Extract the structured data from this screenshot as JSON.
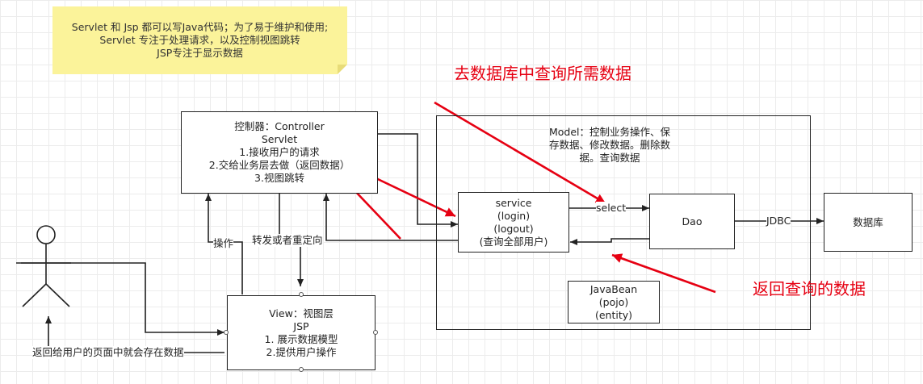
{
  "note": {
    "lines": [
      "Servlet 和 Jsp  都可以写Java代码；为了易于维护和使用;",
      "Servlet 专注于处理请求，以及控制视图跳转",
      "JSP专注于显示数据"
    ]
  },
  "controller": {
    "lines": [
      "控制器：Controller",
      "Servlet",
      "1.接收用户的请求",
      "2.交给业务层去做（返回数据）",
      "3.视图跳转"
    ]
  },
  "view": {
    "lines": [
      "View：视图层",
      "JSP",
      "1. 展示数据模型",
      "2.提供用户操作"
    ]
  },
  "model": {
    "lines": [
      "Model：控制业务操作、保",
      "存数据、修改数据。删除数",
      "据。查询数据"
    ]
  },
  "service": {
    "lines": [
      "service",
      "(login)",
      "(logout)",
      "(查询全部用户)"
    ]
  },
  "dao": {
    "label": "Dao"
  },
  "database": {
    "label": "数据库"
  },
  "javabean": {
    "lines": [
      "JavaBean",
      "(pojo)",
      "(entity)"
    ]
  },
  "edge_labels": {
    "operate": "操作",
    "forward": "转发或者重定向",
    "select": "select",
    "jdbc": "JDBC",
    "return_page": "返回给用户的页面中就会存在数据"
  },
  "annotations": {
    "query_db": "去数据库中查询所需数据",
    "return_data": "返回查询的数据"
  },
  "colors": {
    "annotation": "#e60012",
    "note_bg": "#fbf39a",
    "line": "#222222"
  }
}
